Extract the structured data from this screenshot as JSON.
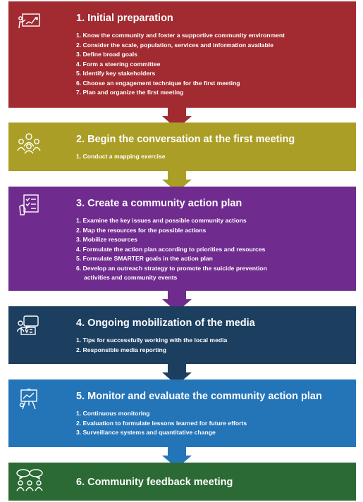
{
  "steps": [
    {
      "title": "1. Initial preparation",
      "color": "#a12b31",
      "icon": "presentation-chart-icon",
      "items": [
        "1. Know the community and foster a supportive community environment",
        "2. Consider the scale, population, services and information available",
        "3. Define broad goals",
        "4. Form a steering committee",
        "5. Identify key stakeholders",
        "6. Choose an engagement technique for the first meeting",
        "7. Plan and organize the first meeting"
      ]
    },
    {
      "title": "2. Begin the conversation at the first meeting",
      "color": "#ab9e26",
      "icon": "group-people-icon",
      "items": [
        "1. Conduct a mapping exercise"
      ]
    },
    {
      "title": "3. Create a community action plan",
      "color": "#702b8e",
      "icon": "checklist-hand-icon",
      "items": [
        "1. Examine the key issues and possible community actions",
        "2. Map the resources for the possible actions",
        "3. Mobilize resources",
        "4. Formulate the action plan according to priorities and resources",
        "5. Formulate SMARTER goals in the action plan",
        "6. Develop an outreach strategy to promote the suicide prevention",
        "activities and community events"
      ]
    },
    {
      "title": "4. Ongoing mobilization of the media",
      "color": "#1c3f60",
      "icon": "media-interview-icon",
      "items": [
        "1. Tips for successfully working with the local media",
        "2. Responsible media reporting"
      ]
    },
    {
      "title": "5. Monitor and evaluate the community action plan",
      "color": "#2474b8",
      "icon": "presenter-chart-icon",
      "items": [
        "1. Continuous monitoring",
        "2. Evaluation to formulate lessons learned for future efforts",
        "3. Surveillance systems and quantitative change"
      ]
    },
    {
      "title": "6. Community feedback meeting",
      "color": "#2b6a34",
      "icon": "speech-bubbles-people-icon",
      "items": []
    }
  ]
}
